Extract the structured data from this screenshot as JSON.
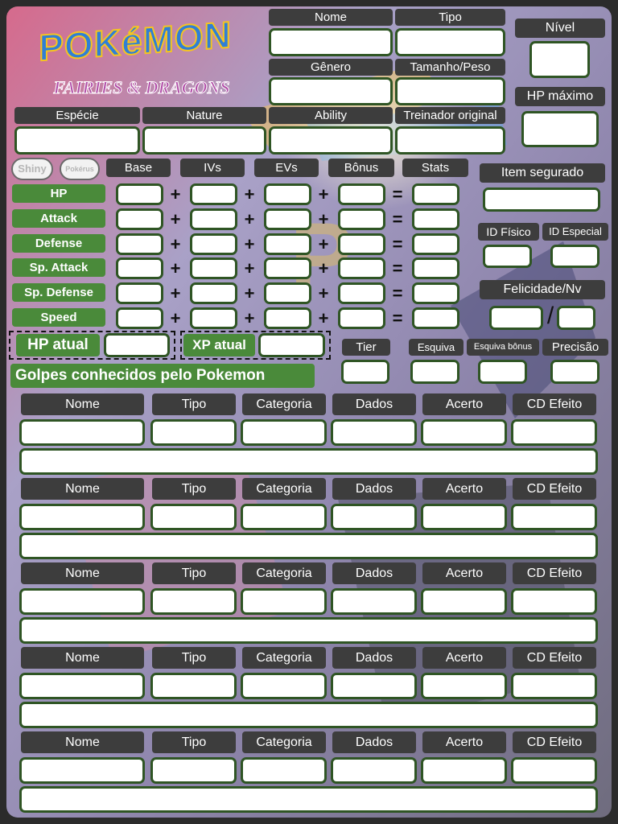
{
  "logo": {
    "word": "POKéMON",
    "subtitle": "FAIRIES & DRAGONS"
  },
  "header": {
    "nome": "Nome",
    "tipo": "Tipo",
    "nivel": "Nível",
    "genero": "Gênero",
    "tamanho_peso": "Tamanho/Peso",
    "hp_maximo": "HP máximo",
    "especie": "Espécie",
    "nature": "Nature",
    "ability": "Ability",
    "treinador_original": "Treinador original"
  },
  "toggles": {
    "shiny": "Shiny",
    "pokerus": "Pokérus"
  },
  "stats_table": {
    "columns": [
      "Base",
      "IVs",
      "EVs",
      "Bônus",
      "Stats"
    ],
    "rows": [
      "HP",
      "Attack",
      "Defense",
      "Sp. Attack",
      "Sp. Defense",
      "Speed"
    ],
    "plus": "+",
    "equals": "="
  },
  "side": {
    "item_segurado": "Item segurado",
    "id_fisico": "ID Físico",
    "id_especial": "ID Especial",
    "felicidade_nv": "Felicidade/Nv",
    "slash": "/"
  },
  "status": {
    "hp_atual": "HP atual",
    "xp_atual": "XP atual"
  },
  "combat": {
    "tier": "Tier",
    "esquiva": "Esquiva",
    "esquiva_bonus": "Esquiva bônus",
    "precisao": "Precisão"
  },
  "moves": {
    "title": "Golpes conhecidos pelo Pokemon",
    "columns": [
      "Nome",
      "Tipo",
      "Categoria",
      "Dados",
      "Acerto",
      "CD Efeito"
    ],
    "count": 5
  },
  "colors": {
    "label_bg": "#3d3d3d",
    "stat_green": "#4a8a3a",
    "box_border": "#2f5524"
  }
}
